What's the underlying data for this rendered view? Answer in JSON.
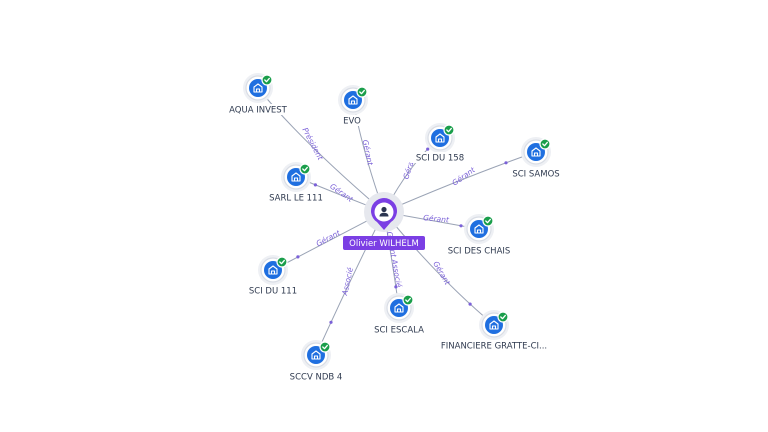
{
  "center": {
    "label": "Olivier WILHELM",
    "icon": "person-icon"
  },
  "companies": [
    {
      "id": "aqua-invest",
      "label": "AQUA INVEST",
      "relation": "Président",
      "verified": true
    },
    {
      "id": "evo",
      "label": "EVO",
      "relation": "Gérant",
      "verified": true
    },
    {
      "id": "sci-du-158",
      "label": "SCI DU 158",
      "relation": "Gérant",
      "verified": true
    },
    {
      "id": "sci-samos",
      "label": "SCI SAMOS",
      "relation": "Gérant",
      "verified": true
    },
    {
      "id": "sarl-le-111",
      "label": "SARL LE 111",
      "relation": "Gérant",
      "verified": true
    },
    {
      "id": "sci-des-chais",
      "label": "SCI DES CHAIS",
      "relation": "Gérant",
      "verified": true
    },
    {
      "id": "sci-du-111",
      "label": "SCI DU 111",
      "relation": "Gérant",
      "verified": true
    },
    {
      "id": "financiere-gratte-ci",
      "label": "FINANCIERE GRATTE-CI...",
      "relation": "Gérant",
      "verified": true
    },
    {
      "id": "sci-escala",
      "label": "SCI ESCALA",
      "relation": "Gérant Associé",
      "verified": true
    },
    {
      "id": "sccv-ndb-4",
      "label": "SCCV NDB 4",
      "relation": "Associé",
      "verified": true
    }
  ],
  "colors": {
    "accent": "#7b3fe4",
    "company": "#1f6fe0",
    "verified": "#1a9e4b",
    "relation_text": "#7b61d8"
  }
}
